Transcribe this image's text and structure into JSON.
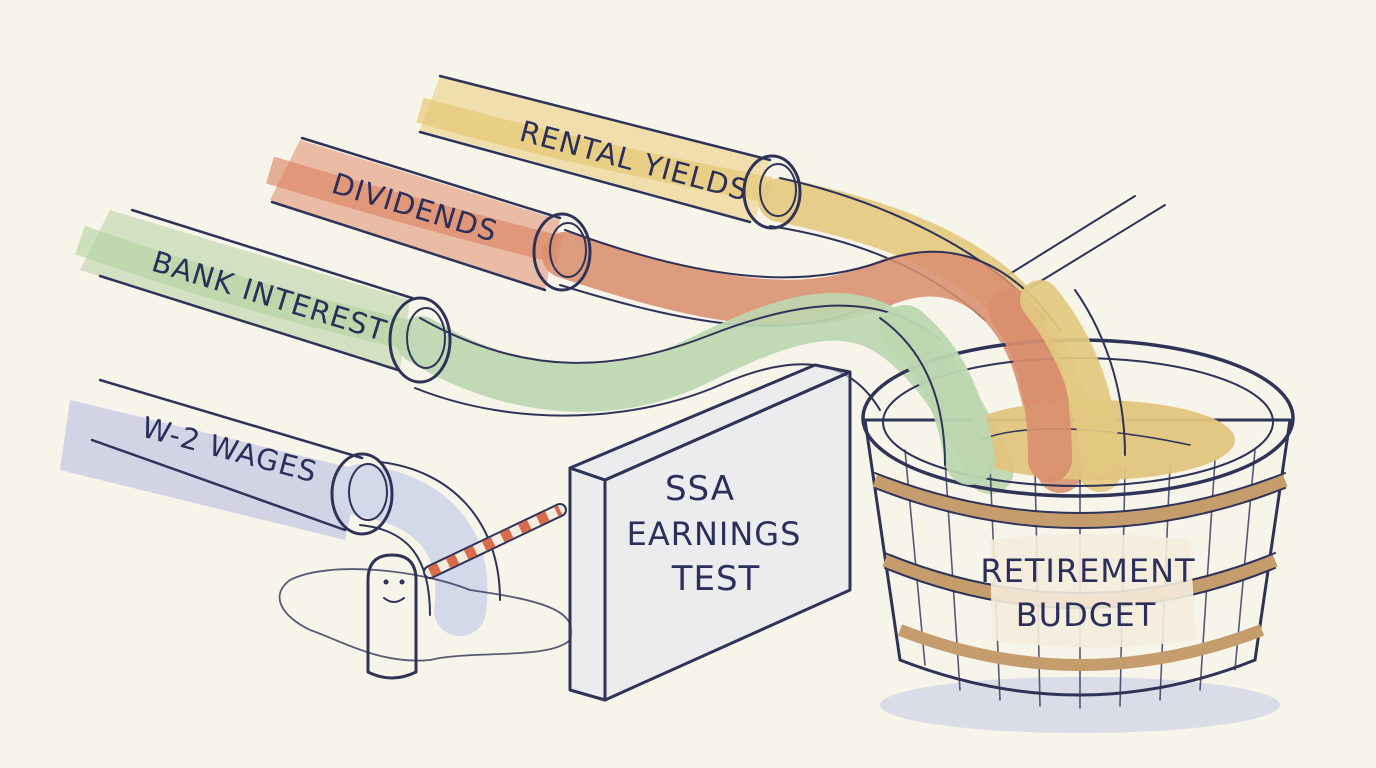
{
  "illustration": {
    "pipes": [
      {
        "label": "RENTAL YIELDS",
        "color": "#e8cf7e"
      },
      {
        "label": "DIVIDENDS",
        "color": "#d98a6a"
      },
      {
        "label": "BANK INTEREST",
        "color": "#b9d4a6"
      },
      {
        "label": "W-2 WAGES",
        "color": "#b9bfd9"
      }
    ],
    "block": {
      "line1": "SSA",
      "line2": "EARNINGS",
      "line3": "TEST"
    },
    "basket": {
      "line1": "RETIREMENT",
      "line2": "BUDGET"
    },
    "colors": {
      "paper": "#f7f4ea",
      "ink": "#2f3358",
      "wood": "#dcb887",
      "gate_stripe": "#d96a4a",
      "puddle": "#c9d6ec"
    }
  }
}
